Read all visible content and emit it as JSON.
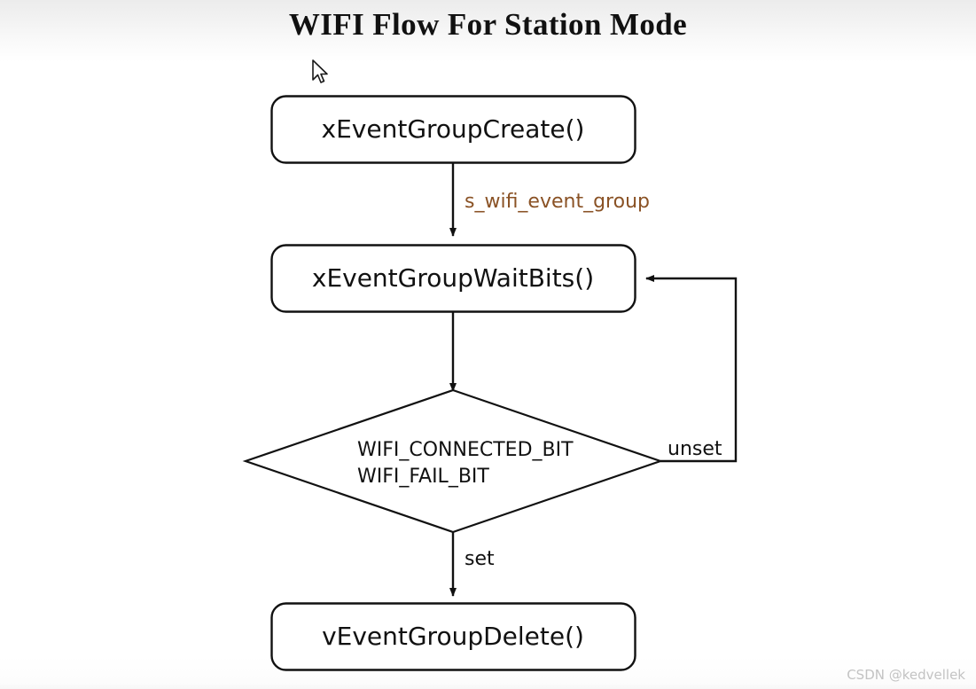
{
  "title": "WIFI Flow For Station Mode",
  "colors": {
    "stroke": "#111111",
    "text": "#111111",
    "variable_label": "#8a5225",
    "watermark": "#c3c3c3",
    "background": "#ffffff"
  },
  "diagram": {
    "type": "flowchart",
    "orientation": "top-to-bottom",
    "nodes": [
      {
        "id": "create",
        "shape": "rounded-rectangle",
        "label": "xEventGroupCreate()"
      },
      {
        "id": "waitbits",
        "shape": "rounded-rectangle",
        "label": "xEventGroupWaitBits()"
      },
      {
        "id": "decision",
        "shape": "diamond",
        "label_line1": "WIFI_CONNECTED_BIT",
        "label_line2": "WIFI_FAIL_BIT"
      },
      {
        "id": "delete",
        "shape": "rounded-rectangle",
        "label": "vEventGroupDelete()"
      }
    ],
    "edges": [
      {
        "from": "create",
        "to": "waitbits",
        "label": "s_wifi_event_group",
        "label_color": "#8a5225"
      },
      {
        "from": "waitbits",
        "to": "decision",
        "label": ""
      },
      {
        "from": "decision",
        "to": "waitbits",
        "label": "unset"
      },
      {
        "from": "decision",
        "to": "delete",
        "label": "set"
      }
    ]
  },
  "edge_labels": {
    "event_group": "s_wifi_event_group",
    "unset": "unset",
    "set": "set"
  },
  "watermark": "CSDN @kedvellek",
  "cursor": {
    "icon": "mouse-pointer"
  }
}
